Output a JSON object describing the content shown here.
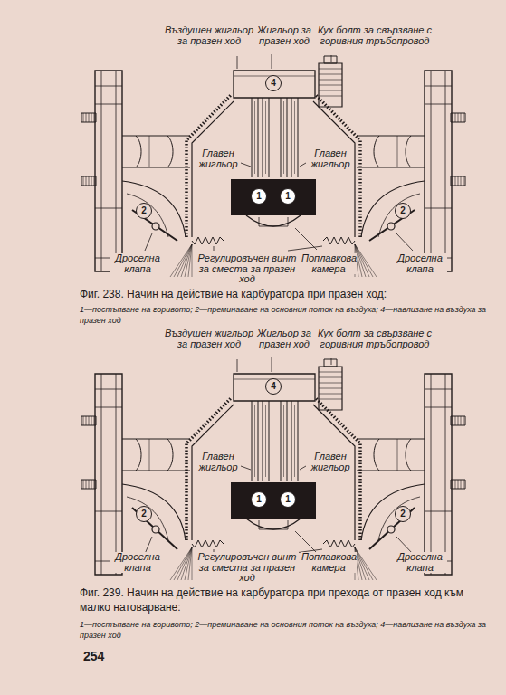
{
  "diagram": {
    "labels": [
      "Въздушен жигльор за празен ход",
      "Жигльор за празен ход",
      "Кух болт за свързване с горивния тръбопровод",
      "4",
      "Главен жигльор",
      "Главен жигльор",
      "2",
      "2",
      "1",
      "1",
      "Дроселна клапа",
      "Регулировъчен винт за сместа за празен ход",
      "Поплавкова камера",
      "Дроселна клапа",
      "Фиг. 238. Начин на действие на карбуратора при празен ход:",
      "1—постъпване на горивото; 2—преминаване на основния поток на въздуха; 4—навлизане на въздуха за празен ход",
      "Въздушен жигльор за празен ход",
      "Жигльор за празен ход",
      "Кух болт за свързване с горивния тръбопровод",
      "4",
      "Главен жигльор",
      "Главен жигльор",
      "2",
      "2",
      "1",
      "1",
      "Дроселна клапа",
      "Регулировъчен винт за сместа за празен ход",
      "Поплавкова камера",
      "Дроселна клапа",
      "Фиг. 239. Начин на действие на карбуратора при прехода от празен ход към малко натоварване:",
      "1—постъпване на горивото; 2—преминаване на основния поток на въздуха; 4—навлизане на въздуха за празен ход",
      "254"
    ]
  }
}
